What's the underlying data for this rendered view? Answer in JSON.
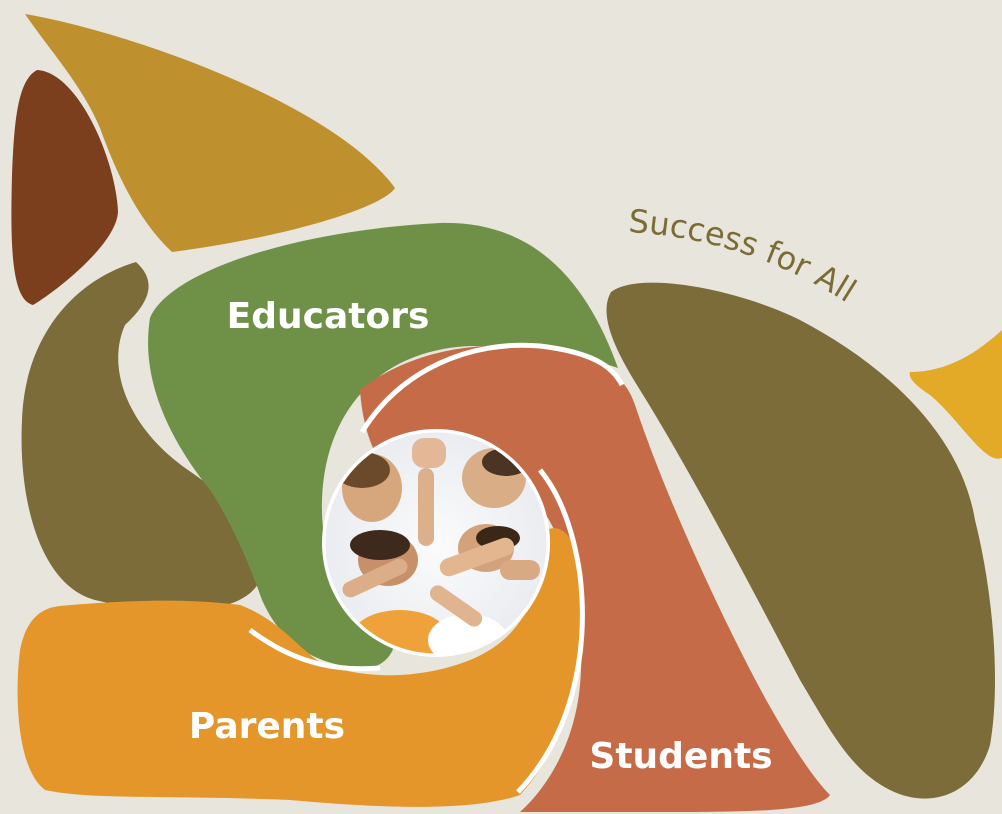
{
  "diagram": {
    "tagline": "Success for All",
    "segments": [
      {
        "id": "educators",
        "label": "Educators",
        "color": "#6f9147"
      },
      {
        "id": "students",
        "label": "Students",
        "color": "#c56b48"
      },
      {
        "id": "parents",
        "label": "Parents",
        "color": "#e4962b"
      }
    ],
    "center_image": "group of students with hands together (photo)",
    "colors": {
      "background": "#e8e5dc",
      "olive": "#7b6c3a",
      "mustard": "#bf912e",
      "brown": "#7b3f1e",
      "gold": "#e2aa27",
      "label_text": "#ffffff",
      "tagline_text": "#7b6c36"
    }
  }
}
